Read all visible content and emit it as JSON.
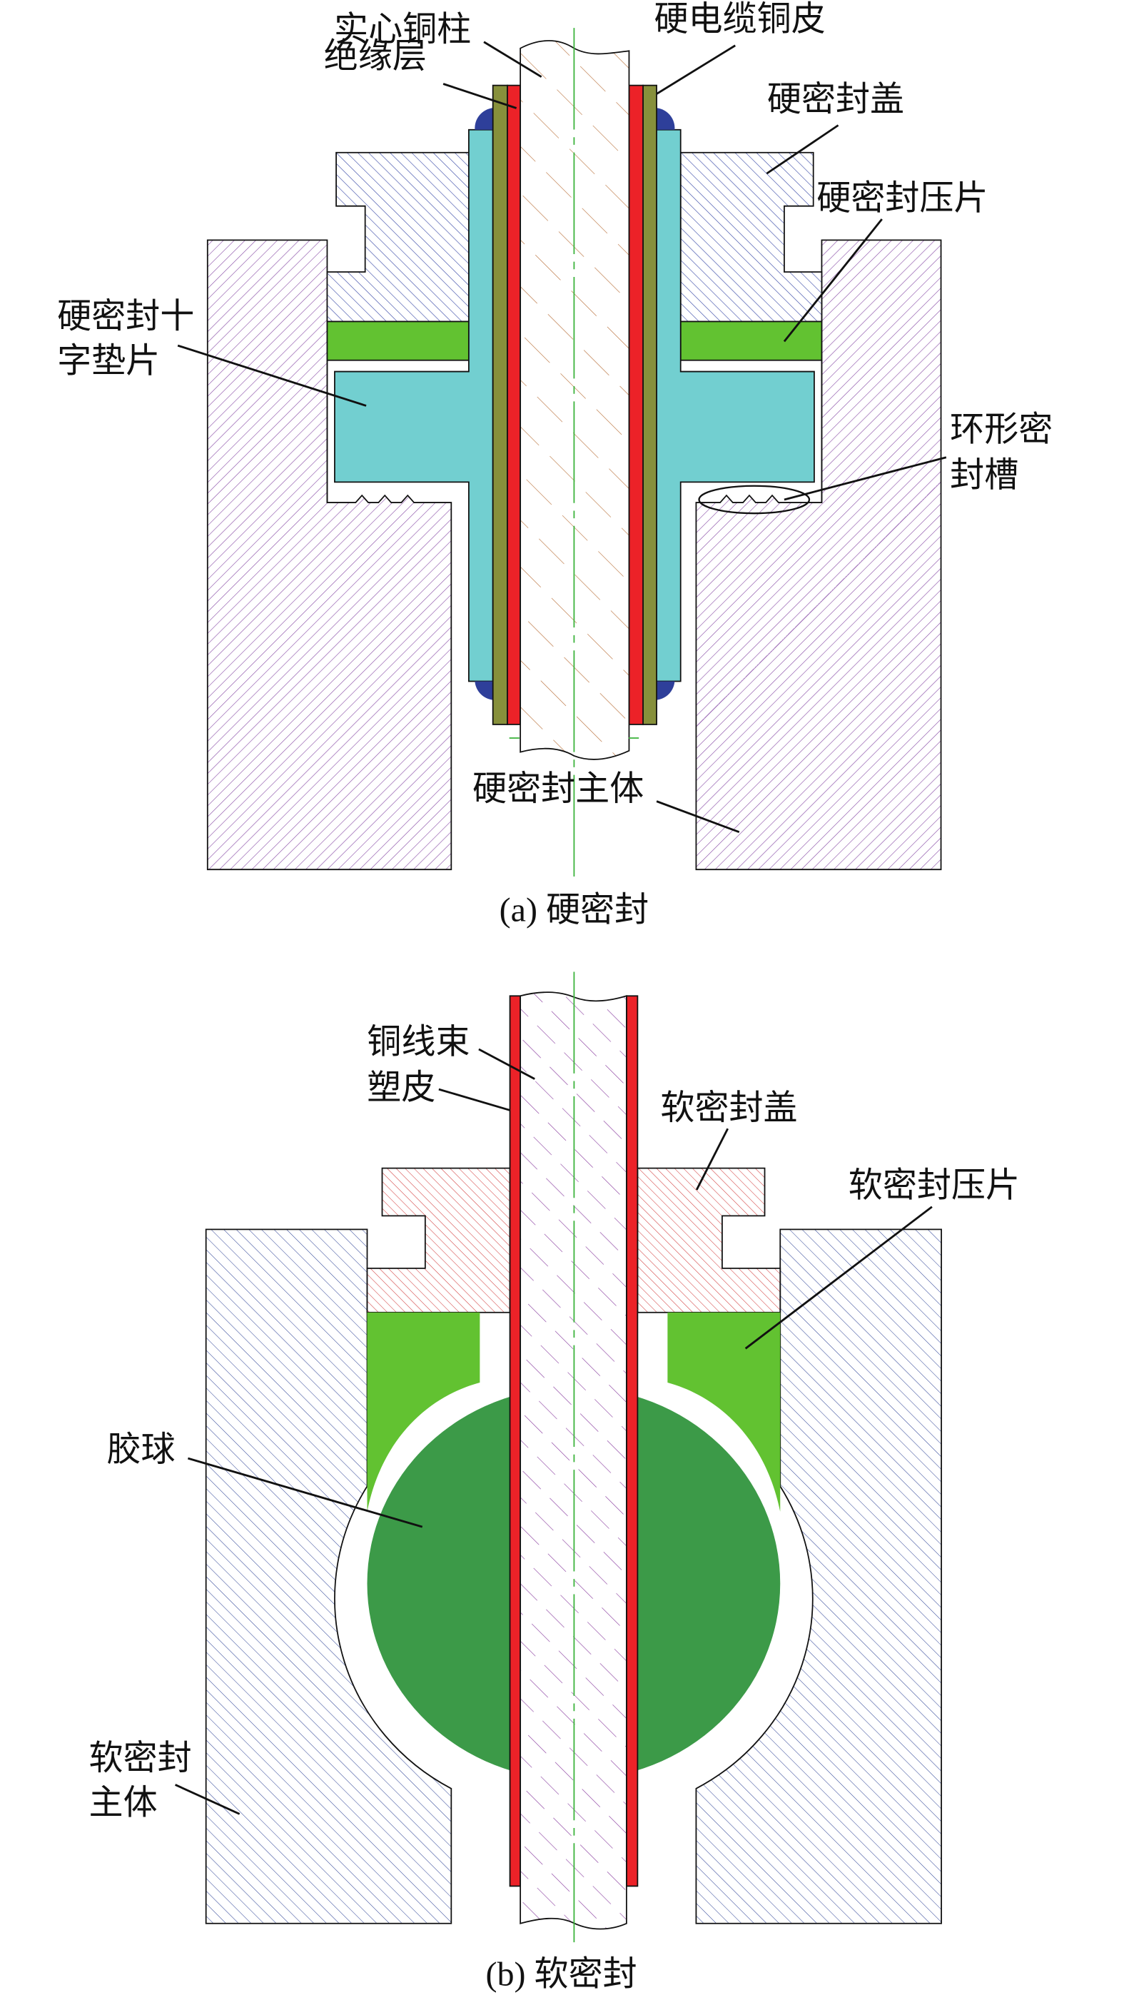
{
  "colors": {
    "cyan_cross_gasket": "#72CFD0",
    "olive_copper_skin": "#87903B",
    "red_insulation": "#EC2228",
    "green_press_plate": "#62C231",
    "rubber_ball": "#3C9A48",
    "blue_seal_bead": "#2E3F9A"
  },
  "hard_seal": {
    "caption": "(a) 硬密封",
    "labels": {
      "solid_copper_rod": "实心铜柱",
      "insulation_layer": "绝缘层",
      "hard_cable_copper_skin": "硬电缆铜皮",
      "hard_seal_cover": "硬密封盖",
      "hard_seal_press_plate": "硬密封压片",
      "cross_gasket_line1": "硬密封十",
      "cross_gasket_line2": "字垫片",
      "annular_groove_line1": "环形密",
      "annular_groove_line2": "封槽",
      "hard_seal_body": "硬密封主体"
    }
  },
  "soft_seal": {
    "caption": "(b) 软密封",
    "labels": {
      "copper_bundle": "铜线束",
      "plastic_skin": "塑皮",
      "soft_seal_cover": "软密封盖",
      "soft_seal_press_plate": "软密封压片",
      "rubber_ball": "胶球",
      "soft_body_line1": "软密封",
      "soft_body_line2": "主体"
    }
  }
}
